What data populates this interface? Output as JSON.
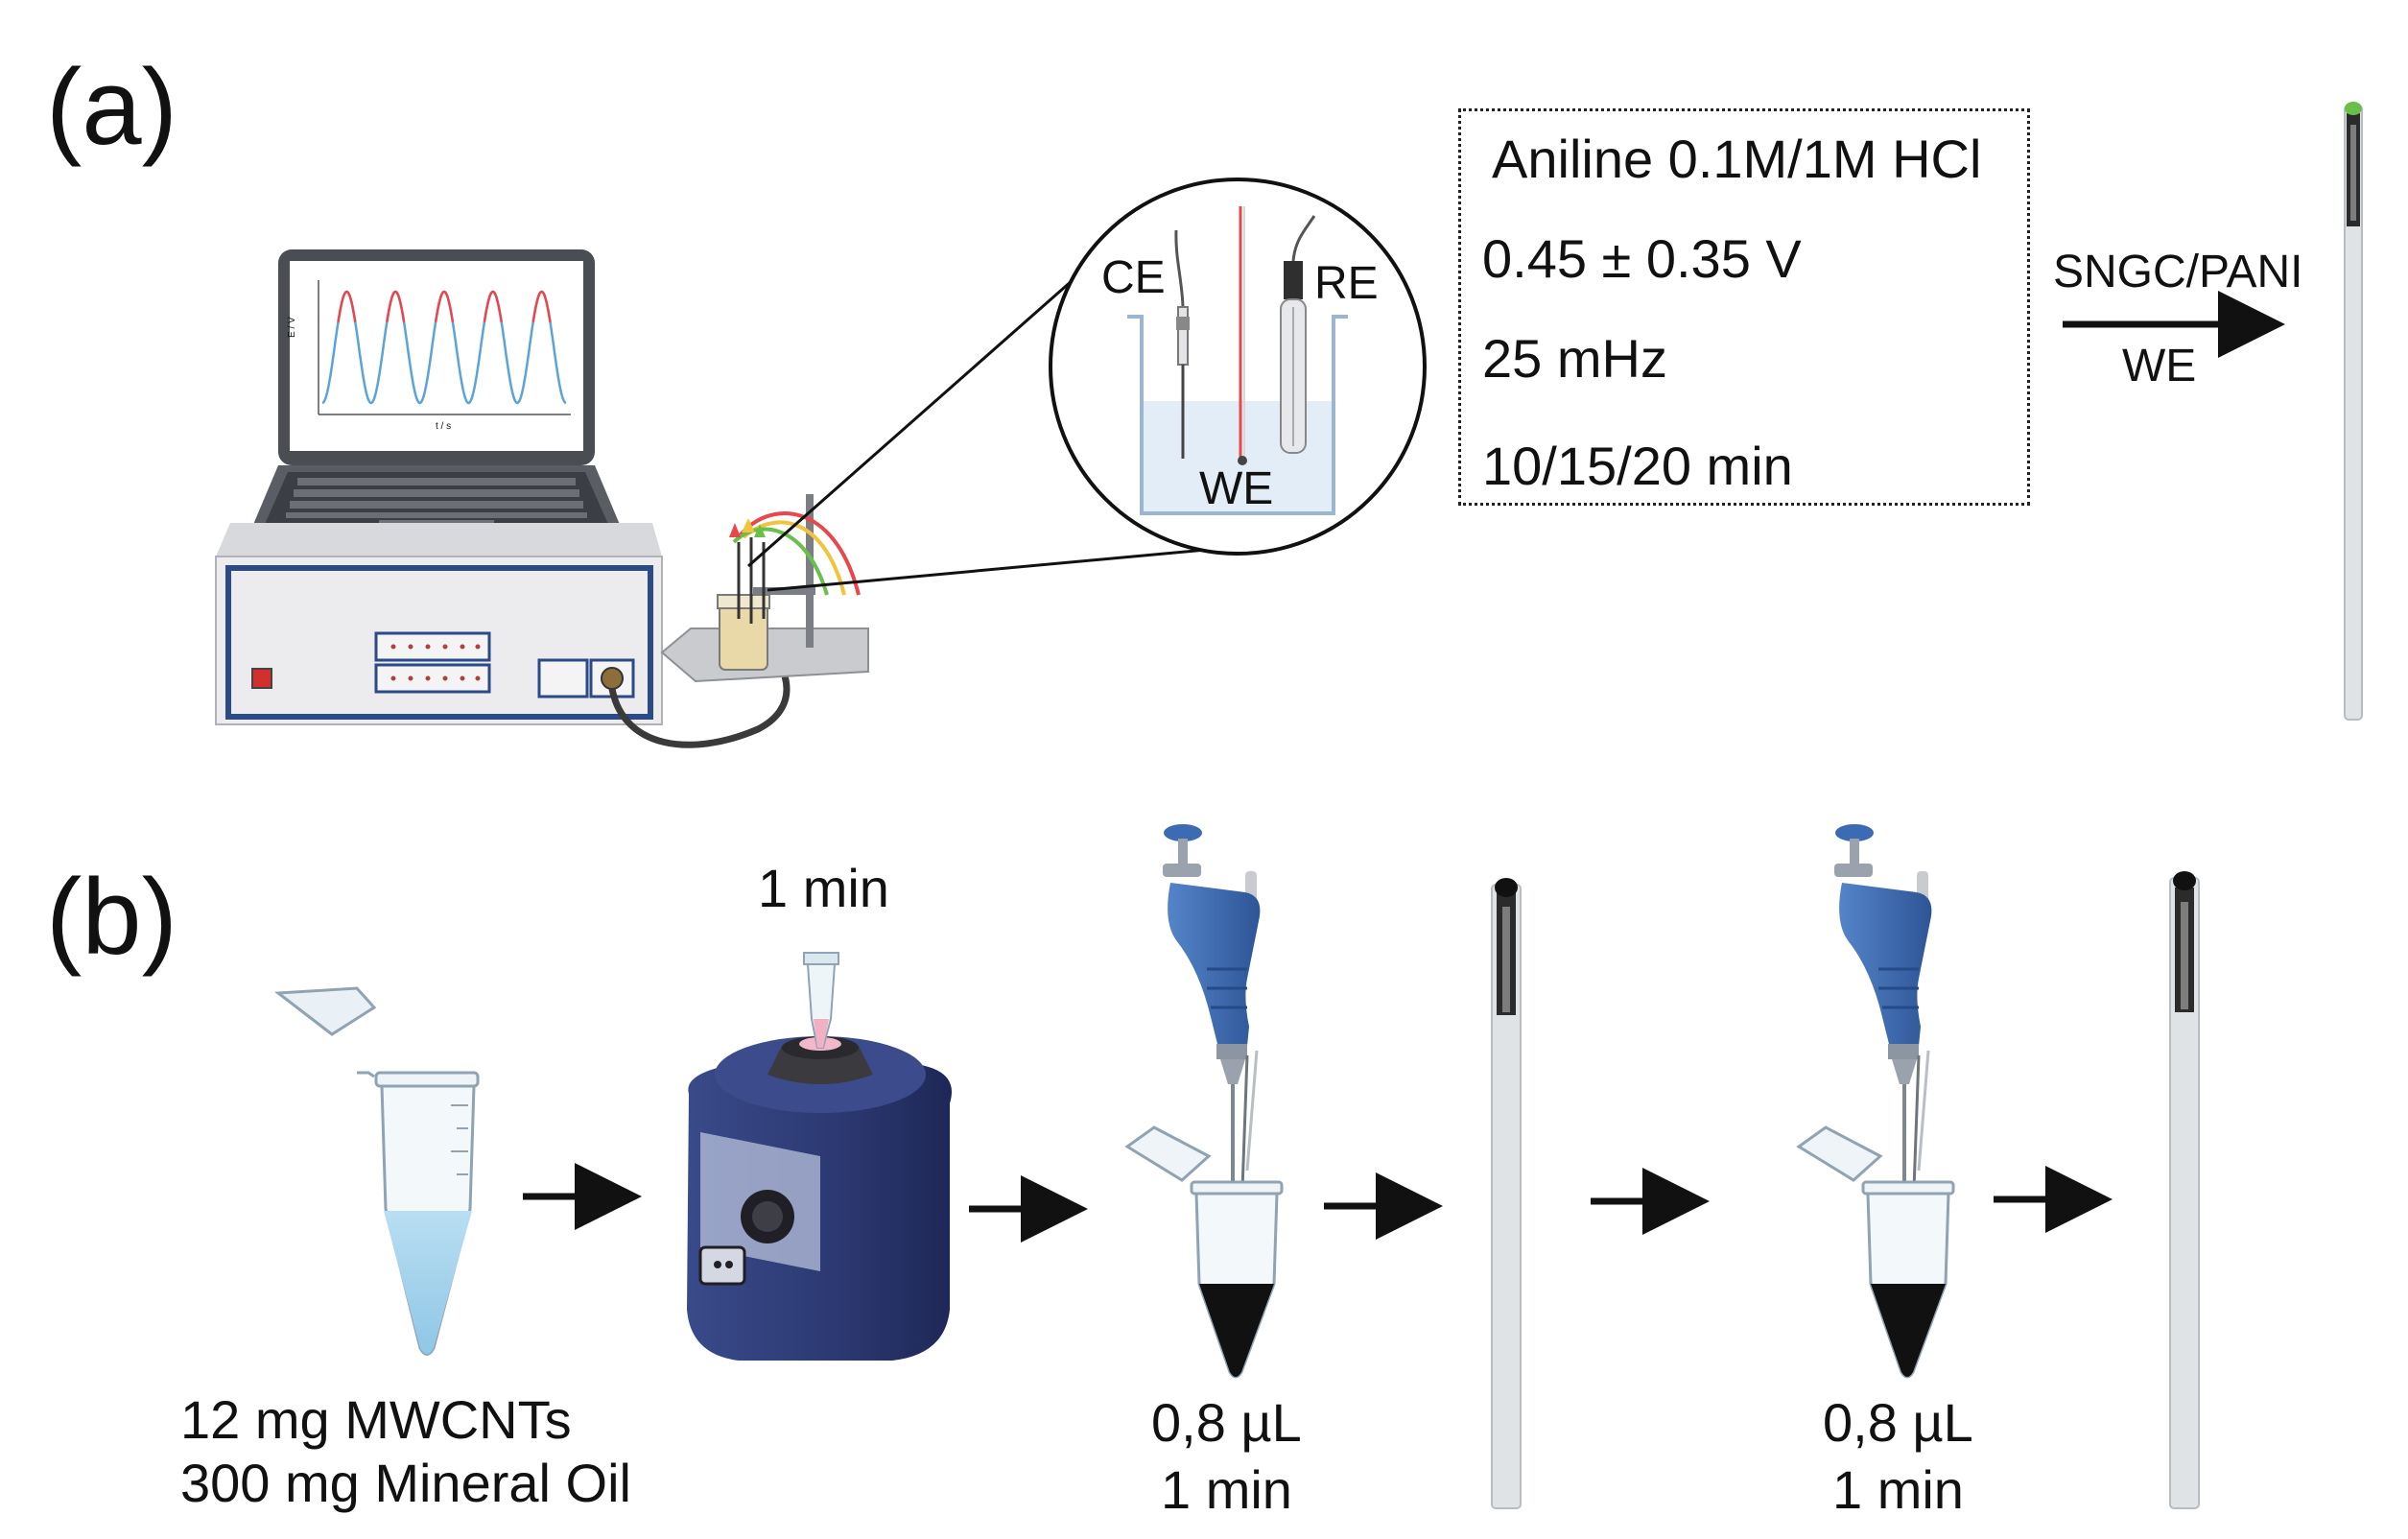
{
  "panel_a": {
    "label": "(a)",
    "electrodes": {
      "ce": "CE",
      "re": "RE",
      "we": "WE"
    },
    "conditions": [
      "Aniline 0.1M/1M HCl",
      "0.45 ± 0.35 V",
      "25 mHz",
      "10/15/20 min"
    ],
    "arrow_top": "SNGC/PANI",
    "arrow_bottom": "WE",
    "screen_axis": {
      "x": "t / s",
      "y": "E / V"
    }
  },
  "panel_b": {
    "label": "(b)",
    "mix_caption_1": "12 mg MWCNTs",
    "mix_caption_2": "300 mg Mineral Oil",
    "vortex_time": "1 min",
    "step1_volume": "0,8 µL",
    "step1_time": "1 min",
    "step2_volume": "0,8 µL",
    "step2_time": "1 min"
  },
  "colors": {
    "device_blue": "#2c4a86",
    "pipette_blue": "#3d6bb3",
    "vortex_navy": "#2b3870",
    "liquid_blue": "#a9d6ee",
    "electrode_gray": "#d9dee2",
    "plot_red": "#e8474c",
    "plot_blue": "#5ba3d9",
    "tip_green": "#6abf4b"
  }
}
